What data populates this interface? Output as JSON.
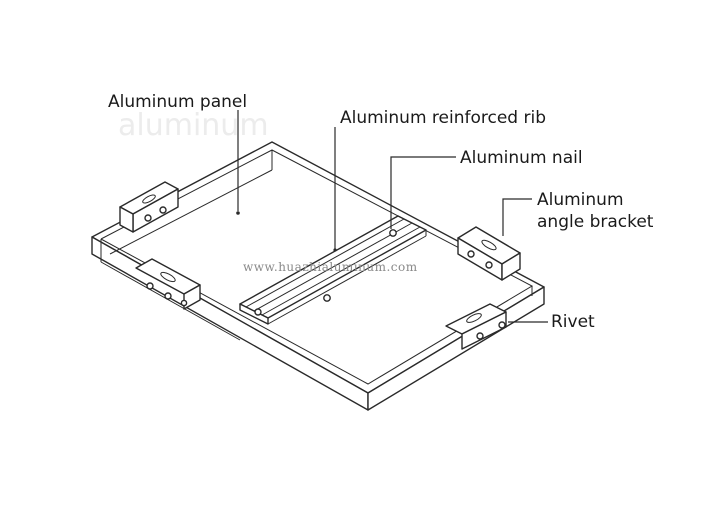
{
  "labels": {
    "panel": "Aluminum panel",
    "rib": "Aluminum reinforced rib",
    "nail": "Aluminum nail",
    "bracket_line1": "Aluminum",
    "bracket_line2": "angle bracket",
    "rivet": "Rivet"
  },
  "watermark": {
    "large": "aluminum",
    "url": "www.huazhialuminum.com"
  },
  "colors": {
    "line": "#2a2a2a",
    "background": "#ffffff"
  }
}
